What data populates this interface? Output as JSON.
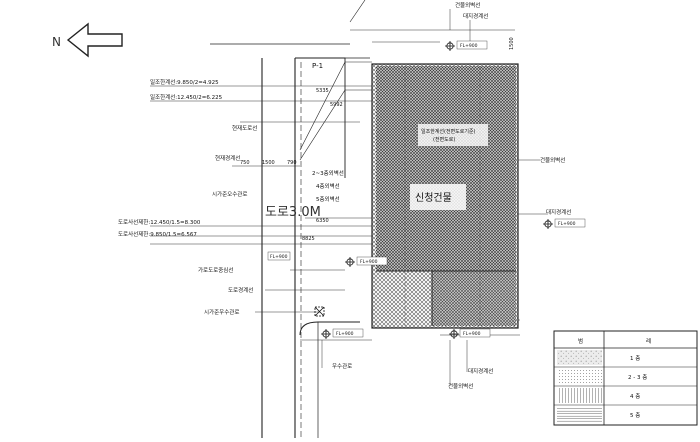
{
  "north": {
    "label": "N"
  },
  "parcel": {
    "label": "P-1"
  },
  "road": {
    "label": "도로3.0M"
  },
  "building": {
    "label": "신청건물"
  },
  "labels": {
    "bldg_exterior_top": "건물외벽선",
    "site_boundary_top": "대지경계선",
    "relaxation_a": "일조한계선:9.850/2=4.925",
    "relaxation_b": "일조한계선:12.450/2=6.225",
    "current_road_line": "현재도로선",
    "current_boundary": "현재경계선",
    "corner_label": "일조한계선(전면도로기준)",
    "floor_23": "2~3층외벽선",
    "floor_4": "4층외벽선",
    "floor_5": "5층외벽선",
    "city_sewer": "시가준오수관로",
    "road_line_a": "도로사선제한:12.450/1.5=8.300",
    "road_line_b": "도로사선제한:9.850/1.5=6.567",
    "road_center": "가로도로중심선",
    "road_edge": "도로경계선",
    "manhole": "시가준우수관로",
    "bldg_exterior_right": "건물외벽선",
    "site_boundary_right": "대지경계선",
    "rain_gutter": "우수관로",
    "site_boundary_bottom": "대지경계선",
    "bldg_exterior_bottom": "건물외벽선"
  },
  "dims": {
    "d_1500": "1500",
    "d_5335": "5335",
    "d_5992": "5992",
    "d_750": "750",
    "d_1500b": "1500",
    "d_790": "790",
    "d_6350": "6350",
    "d_8825": "8825"
  },
  "elev": {
    "e1": "FL+900",
    "e2": "FL+900",
    "e3": "FL+900",
    "e4": "FL+900",
    "e5": "FL+900",
    "e6": "FL+900"
  },
  "legend": {
    "header_pattern": "범",
    "header_name": "례",
    "rows": [
      {
        "name": "1 층"
      },
      {
        "name": "2 - 3 층"
      },
      {
        "name": "4 층"
      },
      {
        "name": "5 층"
      }
    ]
  }
}
